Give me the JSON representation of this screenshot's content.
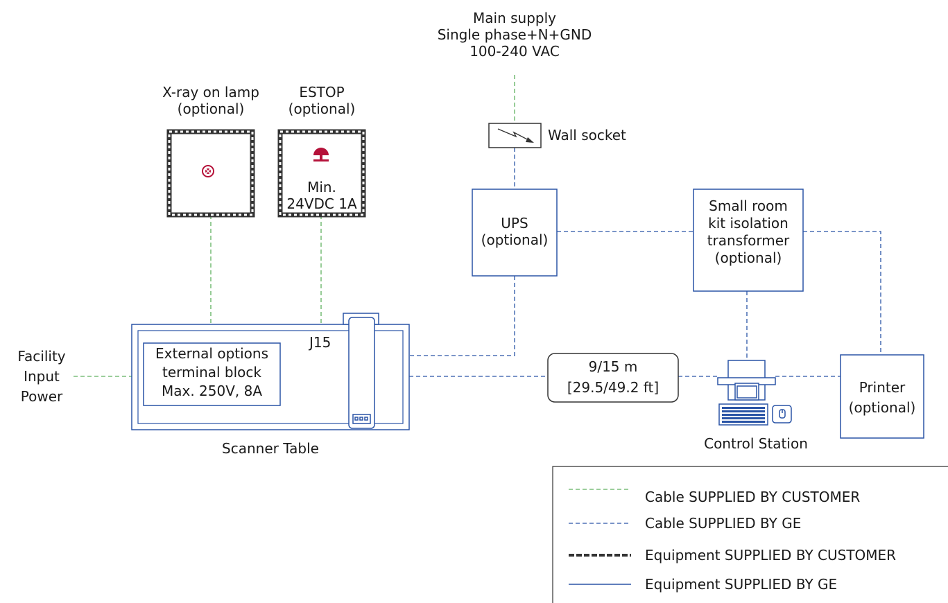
{
  "main_supply": {
    "line1": "Main supply",
    "line2": "Single phase+N+GND",
    "line3": "100-240 VAC"
  },
  "xray_lamp": {
    "line1": "X-ray on lamp",
    "line2": "(optional)"
  },
  "estop": {
    "line1": "ESTOP",
    "line2": "(optional)",
    "rating1": "Min.",
    "rating2": "24VDC 1A"
  },
  "wall_socket": {
    "label": "Wall socket"
  },
  "ups": {
    "line1": "UPS",
    "line2": "(optional)"
  },
  "isolation_transformer": {
    "line1": "Small room",
    "line2": "kit isolation",
    "line3": "transformer",
    "line4": "(optional)"
  },
  "j15": {
    "label": "J15"
  },
  "facility_power": {
    "line1": "Facility",
    "line2": "Input",
    "line3": "Power"
  },
  "terminal_block": {
    "line1": "External options",
    "line2": "terminal block",
    "line3": "Max. 250V, 8A"
  },
  "cable_length": {
    "line1": "9/15 m",
    "line2": "[29.5/49.2 ft]"
  },
  "printer": {
    "line1": "Printer",
    "line2": "(optional)"
  },
  "scanner_table": {
    "label": "Scanner Table"
  },
  "control_station": {
    "label": "Control Station"
  },
  "legend": {
    "items": [
      {
        "label": "Cable SUPPLIED BY CUSTOMER"
      },
      {
        "label": "Cable SUPPLIED BY GE"
      },
      {
        "label": "Equipment SUPPLIED BY CUSTOMER"
      },
      {
        "label": "Equipment SUPPLIED BY GE"
      }
    ]
  },
  "colors": {
    "customer_cable": "#5fb15f",
    "ge_cable": "#2a54a6",
    "ge_equipment": "#2a54a6",
    "customer_equipment": "#333333",
    "estop_red": "#b5123a"
  }
}
